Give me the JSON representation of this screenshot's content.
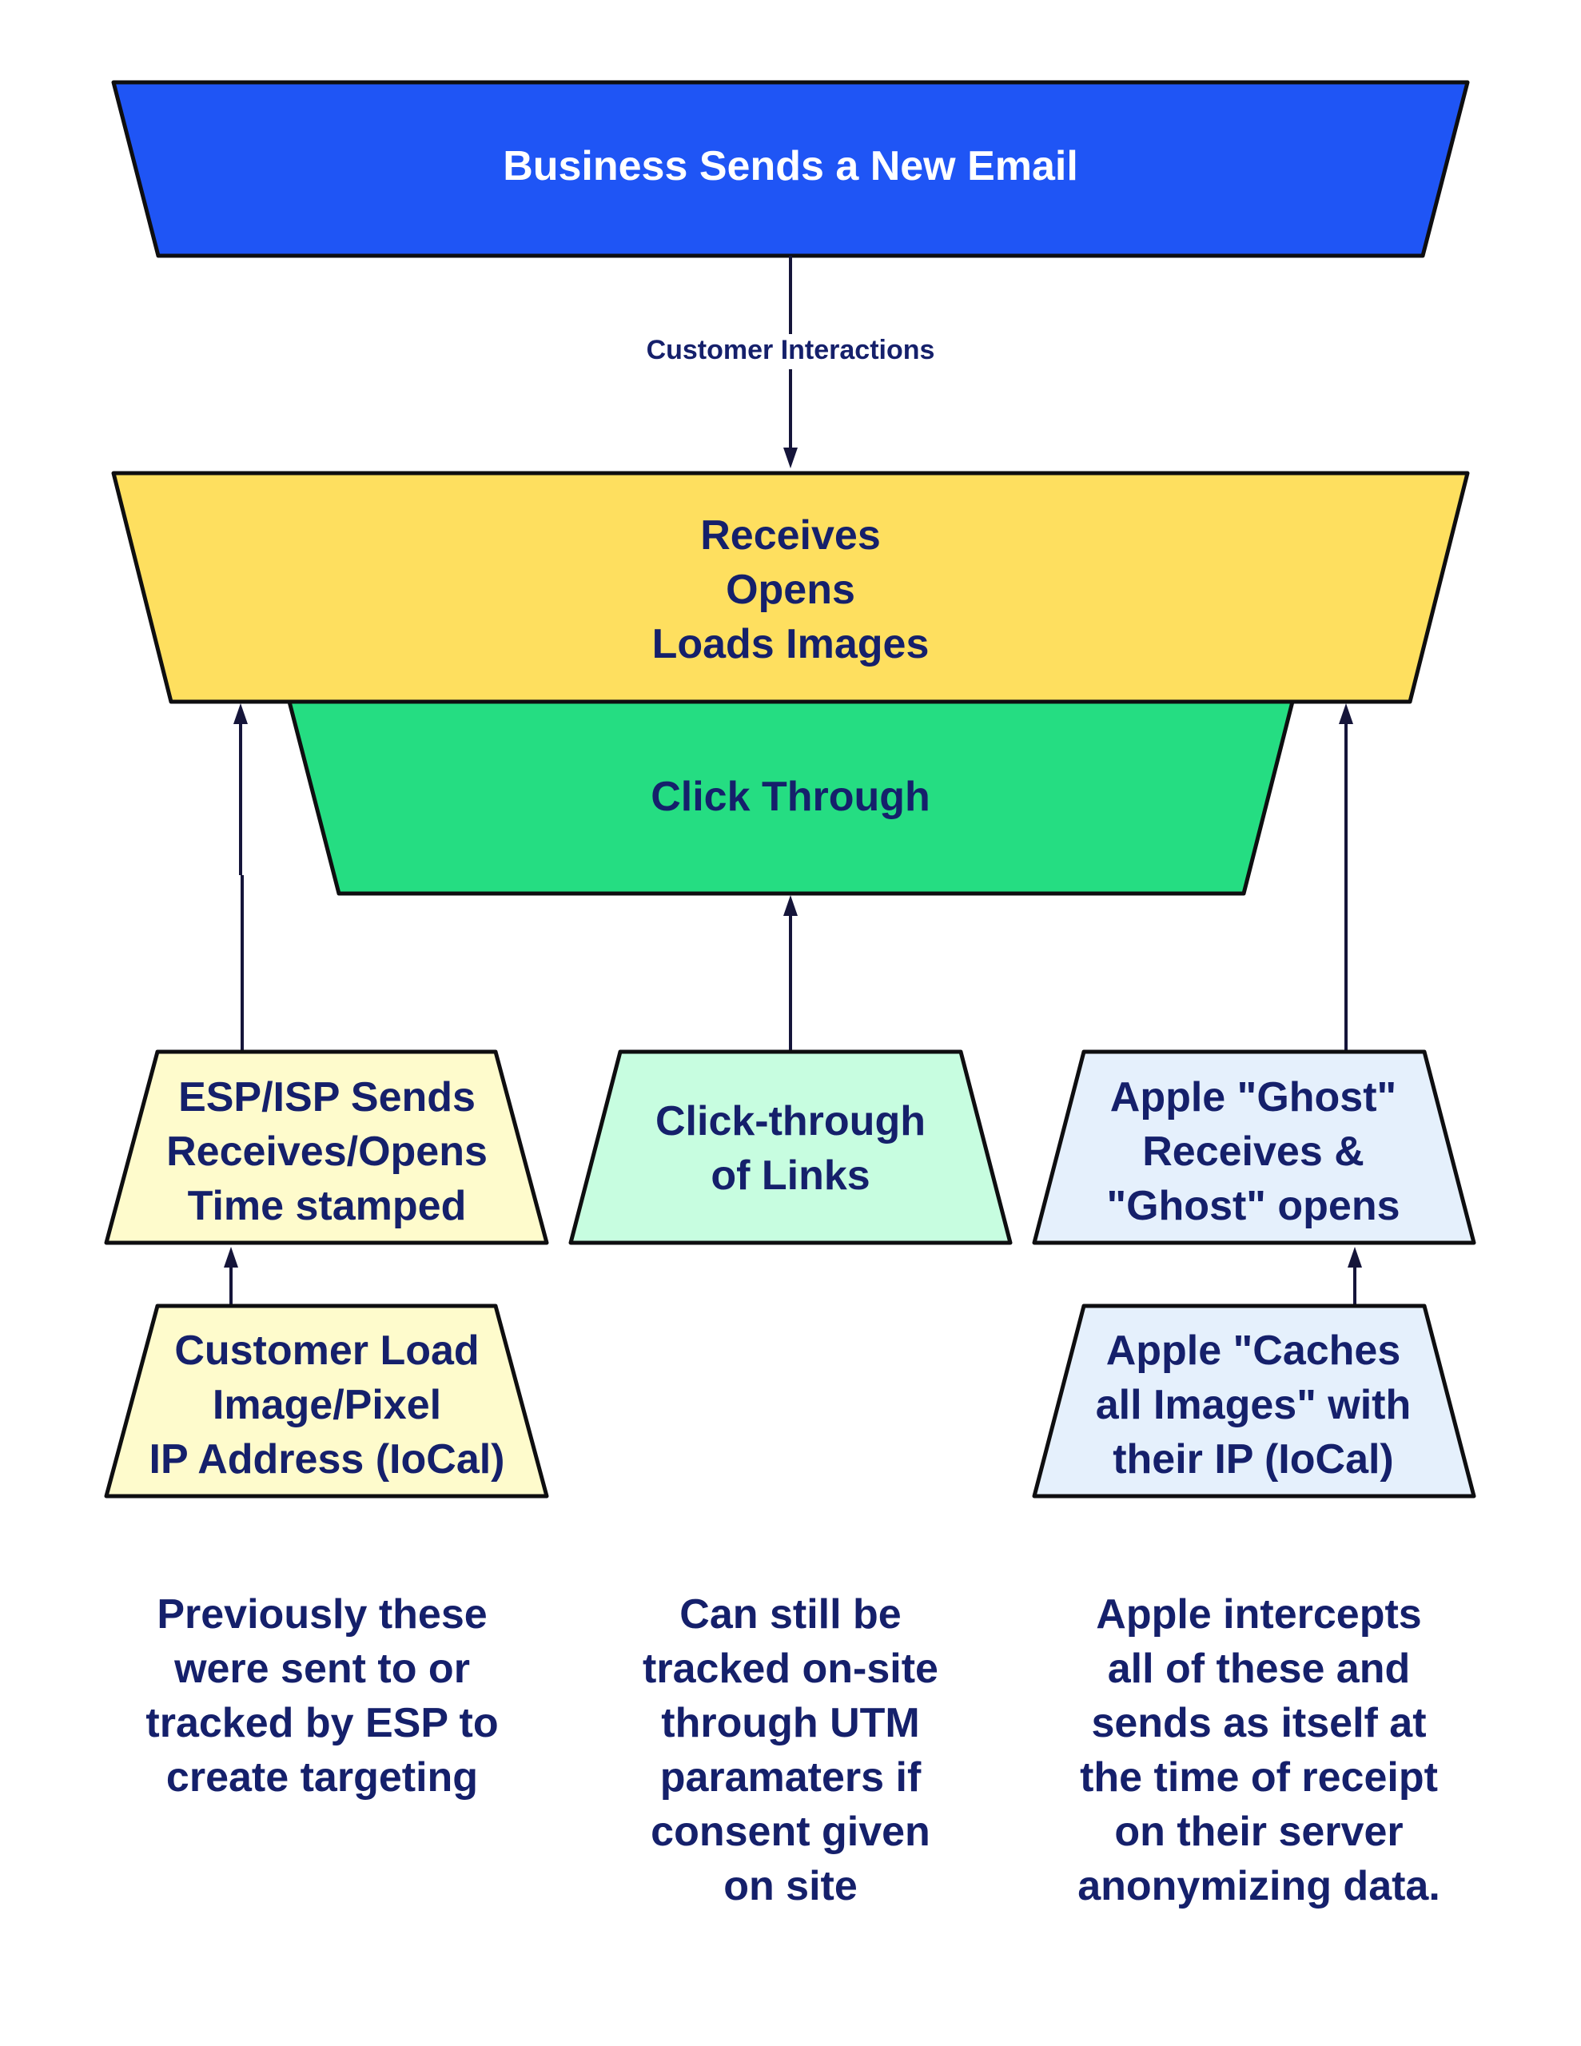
{
  "colors": {
    "ink": "#15206b",
    "outline": "#0e0e10",
    "blue": "#1f55f5",
    "yellow": "#fedf5f",
    "green": "#25dd82",
    "pale_yellow": "#fefbcc",
    "pale_green": "#c7fde0",
    "pale_blue": "#e5f0fc"
  },
  "top": {
    "label": "Business Sends a New Email"
  },
  "connector": {
    "label": "Customer Interactions"
  },
  "funnel": {
    "wide_lines": [
      "Receives",
      "Opens",
      "Loads Images"
    ],
    "narrow_label": "Click Through"
  },
  "left": {
    "upper_lines": [
      "ESP/ISP Sends",
      "Receives/Opens",
      "Time stamped"
    ],
    "lower_lines": [
      "Customer Load",
      "Image/Pixel",
      "IP Address (IoCal)"
    ],
    "note_lines": [
      "Previously these",
      "were sent to or",
      "tracked by ESP to",
      "create targeting"
    ]
  },
  "middle": {
    "upper_lines": [
      "Click-through",
      "of Links"
    ],
    "note_lines": [
      "Can still be",
      "tracked on-site",
      "through UTM",
      "paramaters if",
      "consent given",
      "on site"
    ]
  },
  "right": {
    "upper_lines": [
      "Apple \"Ghost\"",
      "Receives &",
      "\"Ghost\" opens"
    ],
    "lower_lines": [
      "Apple \"Caches",
      "all Images\" with",
      "their IP (IoCal)"
    ],
    "note_lines": [
      "Apple intercepts",
      "all of these and",
      "sends as itself at",
      "the time of receipt",
      "on their server",
      "anonymizing data."
    ]
  }
}
